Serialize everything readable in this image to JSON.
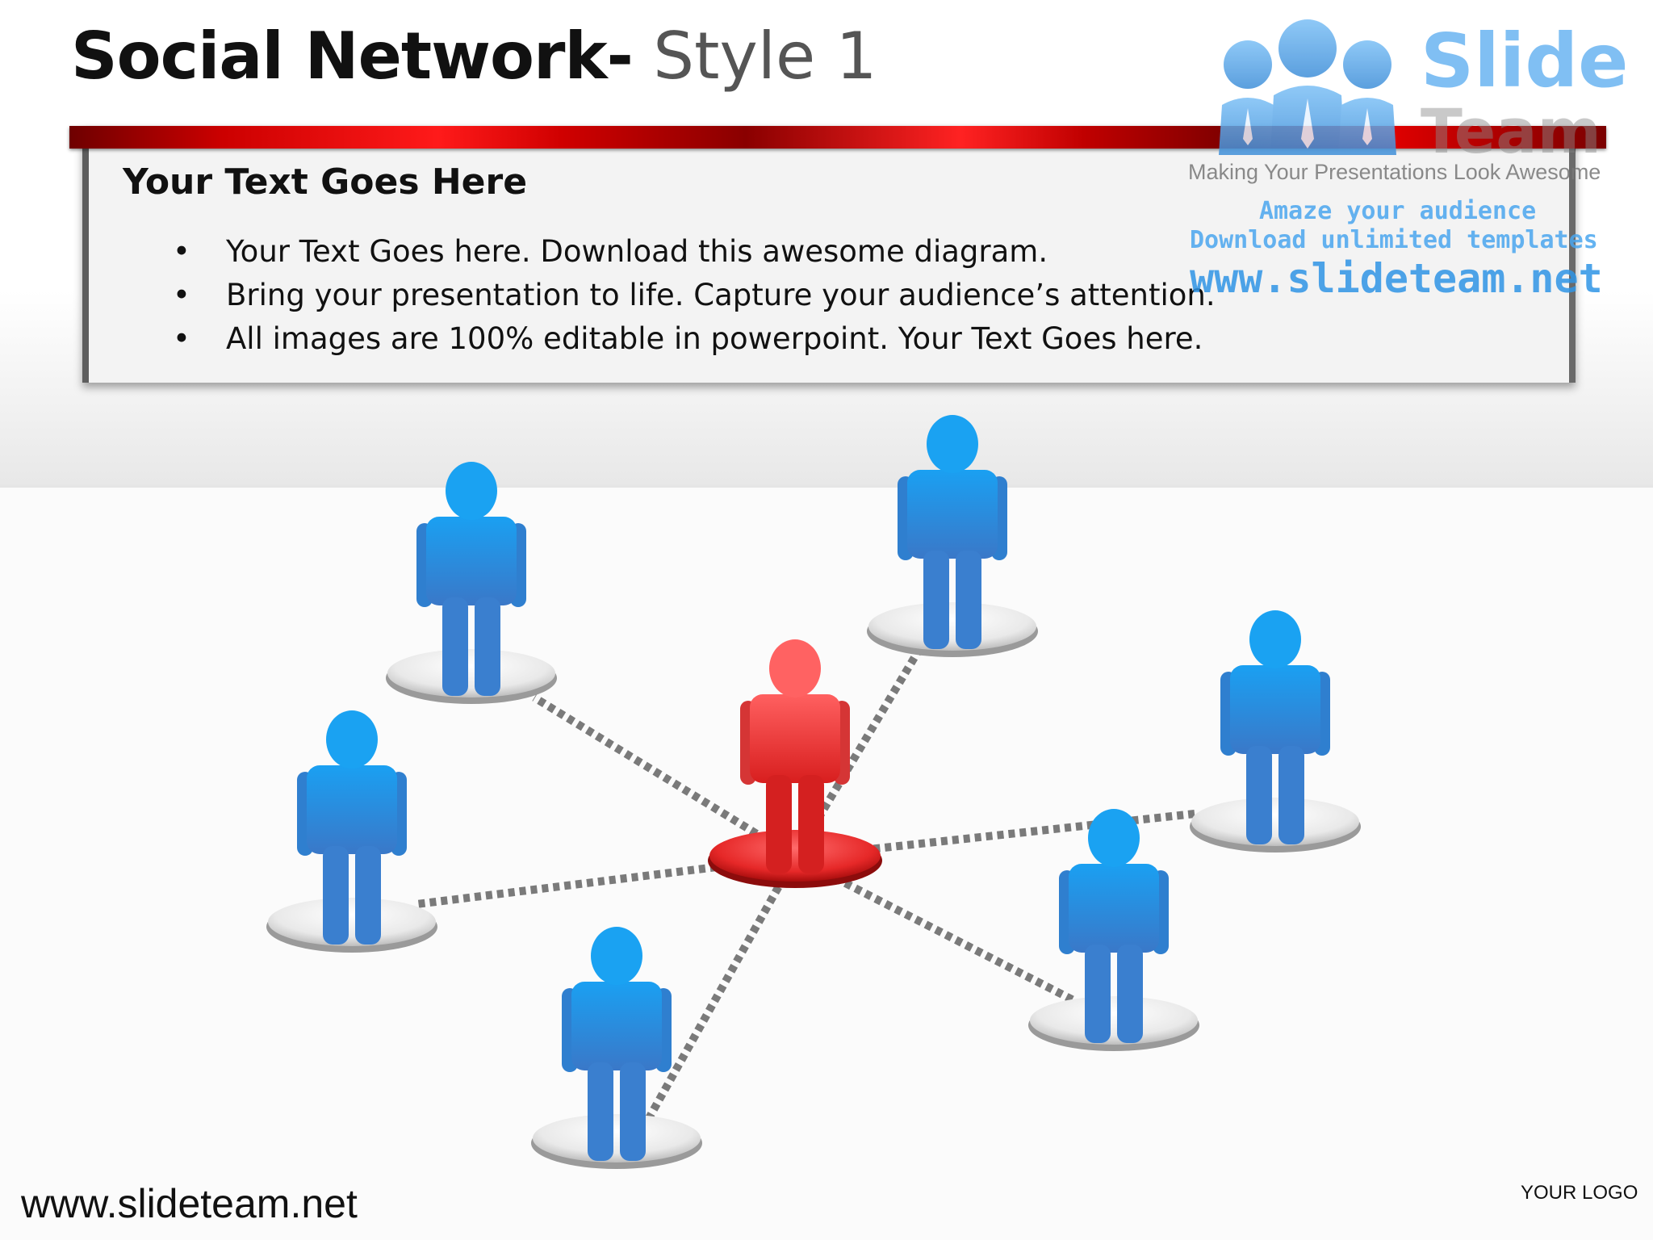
{
  "slide": {
    "title_bold": "Social Network-",
    "title_light": " Style 1"
  },
  "panel": {
    "heading": "Your Text Goes Here",
    "bullets": [
      "Your Text Goes here. Download this awesome diagram.",
      "Bring your presentation to life. Capture your audience’s attention.",
      "All images are 100% editable in powerpoint. Your Text Goes here."
    ],
    "bullet_symbol": "•"
  },
  "watermark": {
    "brand_top": "Slide",
    "brand_bottom": "Team",
    "tagline": "Making Your Presentations Look Awesome",
    "line1": "Amaze your audience",
    "line2": "Download unlimited templates",
    "url": "www.slideteam.net"
  },
  "diagram": {
    "hub_color": "#e84a4a",
    "node_color": "#3d8fe0",
    "connector_color": "#7a7a7a",
    "node_count": 7,
    "icon": "person-icon"
  },
  "footer": {
    "url": "www.slideteam.net",
    "logo": "YOUR LOGO"
  }
}
